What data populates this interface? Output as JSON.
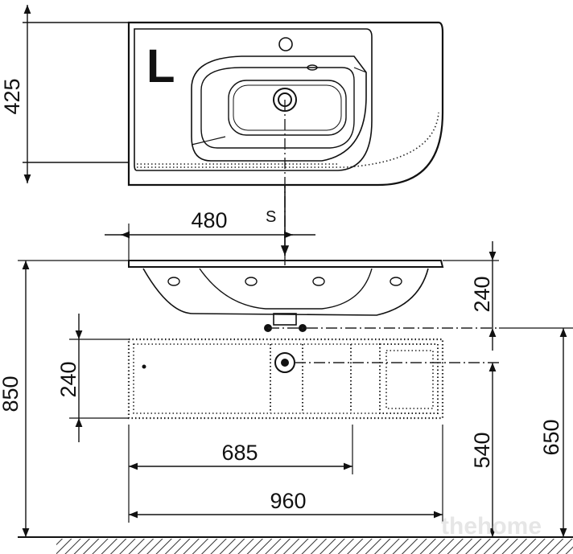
{
  "labels": {
    "side_letter": "L",
    "axis_mark": "S",
    "watermark": "thehome"
  },
  "dimensions": {
    "depth": "425",
    "offset": "480",
    "total_height": "850",
    "basin_height": "240",
    "cabinet_height": "240",
    "inner_width": "685",
    "total_width": "960",
    "cabinet_floor_gap": "540",
    "basin_top_height": "650"
  }
}
